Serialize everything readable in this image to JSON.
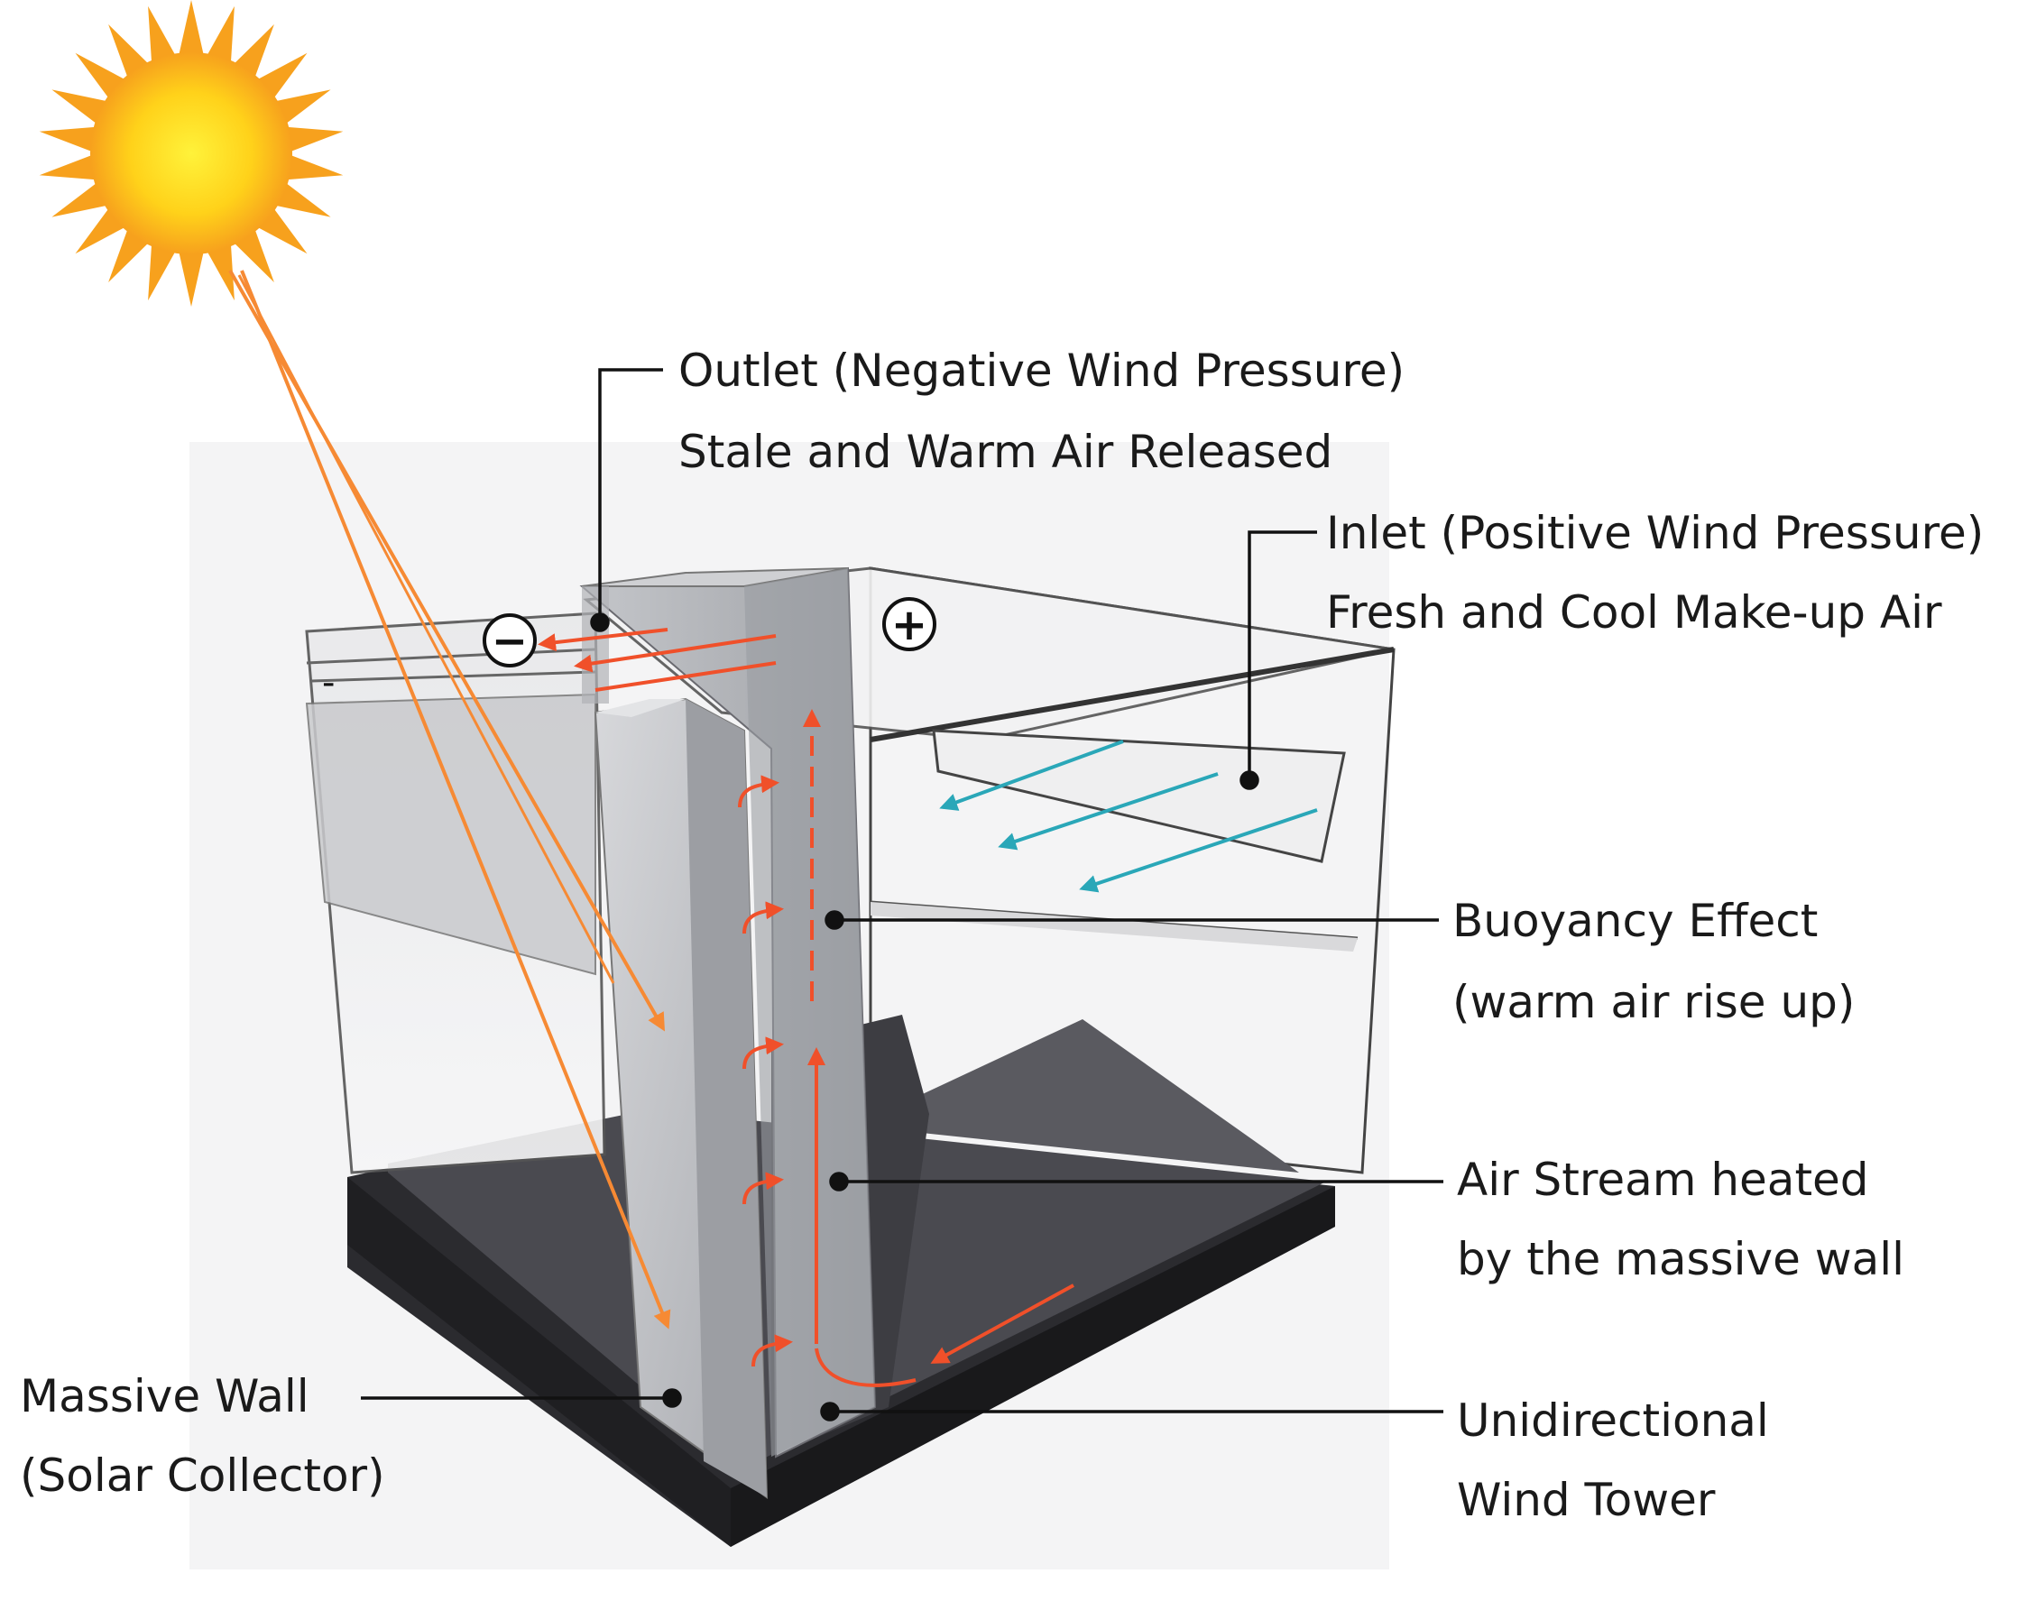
{
  "labels": {
    "outlet": {
      "line1": "Outlet (Negative Wind Pressure)",
      "line2": "Stale and Warm Air Released"
    },
    "inlet": {
      "line1": "Inlet (Positive Wind Pressure)",
      "line2": "Fresh and Cool Make-up Air"
    },
    "buoyancy": {
      "line1": "Buoyancy Effect",
      "line2": "(warm air rise up)"
    },
    "air_stream": {
      "line1": "Air Stream heated",
      "line2": "by the massive wall"
    },
    "massive_wall": {
      "line1": "Massive Wall",
      "line2": "(Solar Collector)"
    },
    "wind_tower": {
      "line1": "Unidirectional",
      "line2": "Wind Tower"
    }
  },
  "pressure_symbols": {
    "negative": "−",
    "positive": "+"
  },
  "colors": {
    "warm_air": "#f0502a",
    "cool_air": "#2aa7b8",
    "solar_ray": "#f68a34",
    "sun": "#ffd21a",
    "sun_rays": "#f7a11d",
    "leader_line": "#111111",
    "floor": "#3f3f44",
    "base_slab": "#2b2b2f"
  }
}
